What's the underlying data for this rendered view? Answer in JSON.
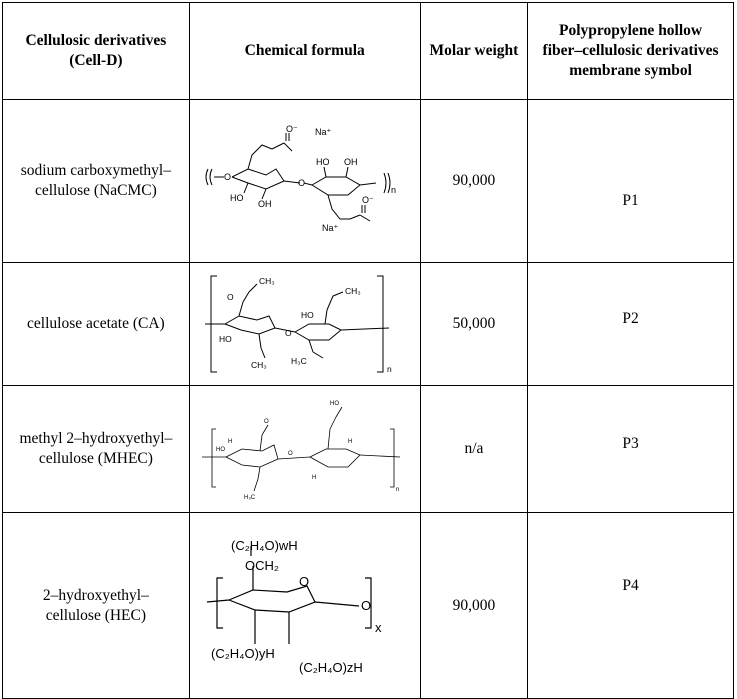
{
  "table": {
    "headers": [
      "Cellulosic derivatives (Cell-D)",
      "Chemical formula",
      "Molar weight",
      "Polypropylene hollow fiber–cellulosic derivatives membrane symbol"
    ],
    "rows": [
      {
        "name": "sodium carboxymethyl–cellulose (NaCMC)",
        "molar_weight": "90,000",
        "symbol": "P1",
        "formula_labels": {
          "o_minus_top": "O⁻",
          "na_top": "Na⁺",
          "o_minus_bottom": "O⁻",
          "na_bottom": "Na⁺",
          "o": "O",
          "ho": "HO",
          "oh": "OH",
          "n": "n"
        }
      },
      {
        "name": "cellulose acetate (CA)",
        "molar_weight": "50,000",
        "symbol": "P2",
        "formula_labels": {
          "o": "O",
          "ho": "HO",
          "ch3": "CH₃",
          "h3c": "H₃C",
          "n": "n"
        }
      },
      {
        "name": "methyl 2–hydroxyethyl–cellulose (MHEC)",
        "molar_weight": "n/a",
        "symbol": "P3",
        "formula_labels": {
          "o": "O",
          "ho": "HO",
          "h": "H",
          "h3c": "H₃C",
          "n": "n"
        }
      },
      {
        "name": "2–hydroxyethyl–cellulose (HEC)",
        "molar_weight": "90,000",
        "symbol": "P4",
        "formula_labels": {
          "w": "(C₂H₄O)wH",
          "och2": "OCH₂",
          "y": "(C₂H₄O)yH",
          "z": "(C₂H₄O)zH",
          "o": "O",
          "x": "x"
        }
      }
    ]
  }
}
